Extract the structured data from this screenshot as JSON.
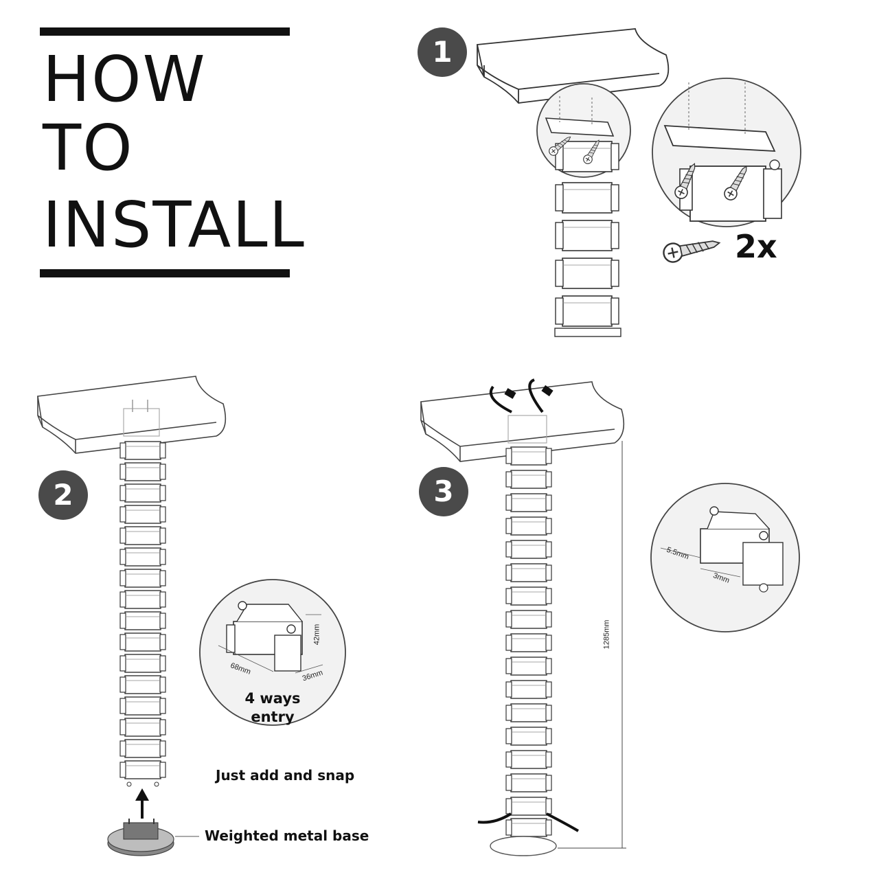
{
  "title": {
    "line1": "HOW TO",
    "line2": "INSTALL"
  },
  "steps": [
    {
      "number": "1"
    },
    {
      "number": "2"
    },
    {
      "number": "3"
    }
  ],
  "step1": {
    "screw_quantity": "2x"
  },
  "step2": {
    "entry_label": "4 ways entry",
    "dim_width": "68mm",
    "dim_depth": "36mm",
    "dim_height": "42mm",
    "snap_label": "Just add and snap",
    "base_label": "Weighted metal base"
  },
  "step3": {
    "dim_hole": "5.5mm",
    "dim_thickness": "3mm",
    "dim_total_height": "1285mm"
  },
  "colors": {
    "badge": "#4a4a4a",
    "ink": "#111111",
    "line": "#555555",
    "circle_fill": "#f2f2f2"
  }
}
